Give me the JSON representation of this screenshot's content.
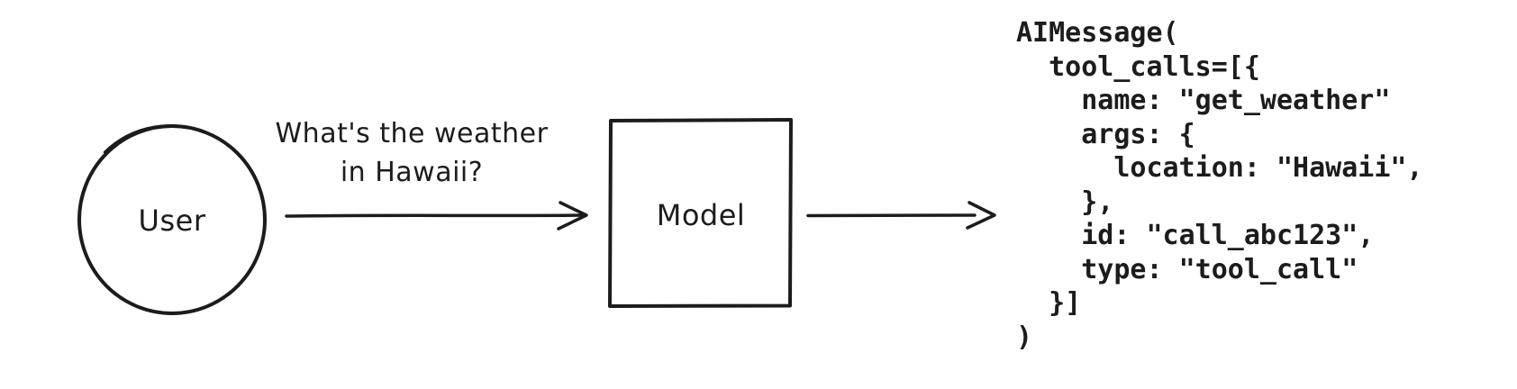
{
  "diagram": {
    "user": {
      "label": "User"
    },
    "request": {
      "lines": [
        "What's the weather",
        "in Hawaii?"
      ]
    },
    "model": {
      "label": "Model"
    },
    "output": {
      "code": "AIMessage(\n  tool_calls=[{\n    name: \"get_weather\"\n    args: {\n      location: \"Hawaii\",\n    },\n    id: \"call_abc123\",\n    type: \"tool_call\"\n  }]\n)"
    },
    "colors": {
      "stroke": "#1c1c1c",
      "text": "#1c1c1c",
      "background": "#ffffff"
    }
  }
}
